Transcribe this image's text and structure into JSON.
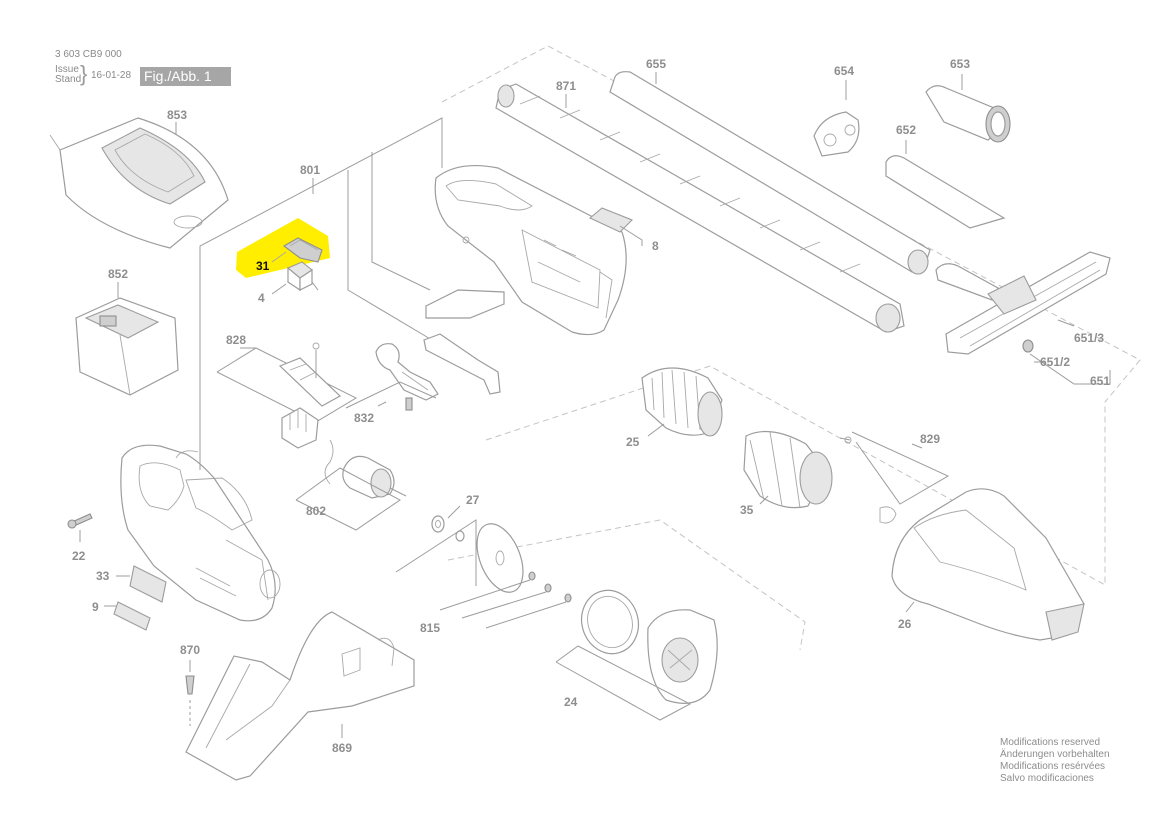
{
  "header": {
    "doc_number": "3 603 CB9 000",
    "issue_label_1": "Issue",
    "issue_label_2": "Stand",
    "date": "16-01-28",
    "figure_label": "Fig./Abb. 1"
  },
  "highlight_color": "#ffee00",
  "callouts": {
    "c853": "853",
    "c852": "852",
    "c801": "801",
    "c31": "31",
    "c4": "4",
    "c828": "828",
    "c832": "832",
    "c802": "802",
    "c27": "27",
    "c22": "22",
    "c33": "33",
    "c9": "9",
    "c870": "870",
    "c869": "869",
    "c815": "815",
    "c24": "24",
    "c25": "25",
    "c35": "35",
    "c26": "26",
    "c829": "829",
    "c871": "871",
    "c655": "655",
    "c654": "654",
    "c653": "653",
    "c652": "652",
    "c8": "8",
    "c651_3": "651/3",
    "c651_2": "651/2",
    "c651": "651"
  },
  "notes": {
    "en": "Modifications reserved",
    "de": "Änderungen vorbehalten",
    "fr": "Modifications resérvées",
    "es": "Salvo modificaciones"
  }
}
